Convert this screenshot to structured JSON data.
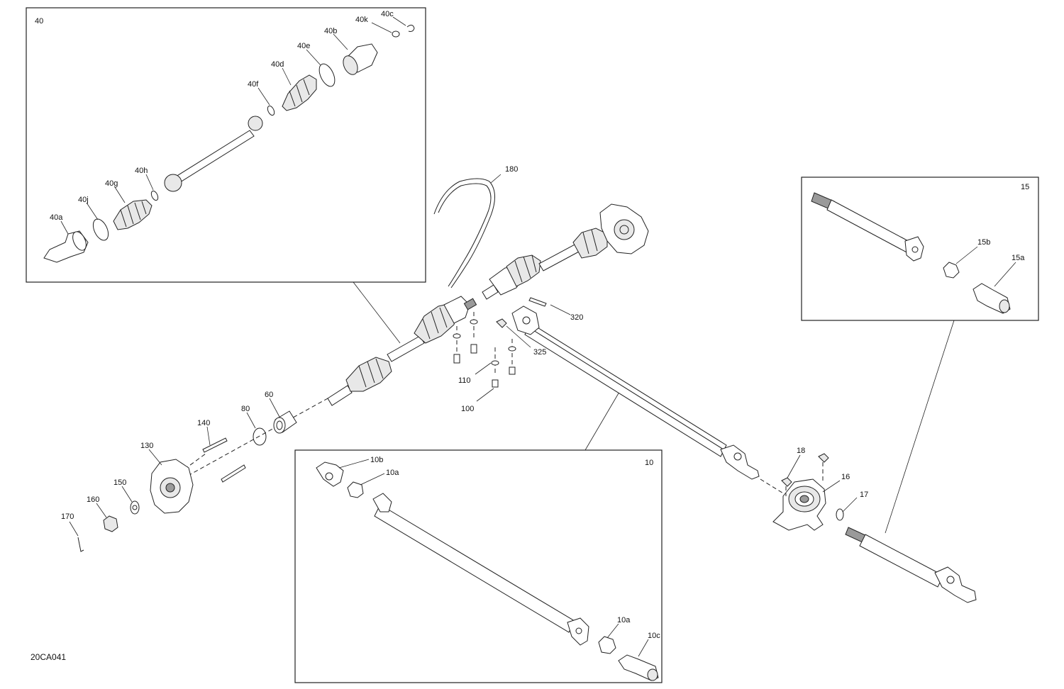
{
  "document_code": "20CA041",
  "insets": {
    "cv_shaft_detail": "40",
    "driveshaft_detail": "10",
    "rear_shaft_detail": "15"
  },
  "callouts": {
    "c40a": "40a",
    "c40b": "40b",
    "c40c": "40c",
    "c40d": "40d",
    "c40e": "40e",
    "c40f": "40f",
    "c40g": "40g",
    "c40h": "40h",
    "c40j": "40j",
    "c40k": "40k",
    "c180": "180",
    "c320": "320",
    "c325": "325",
    "c110": "110",
    "c100": "100",
    "c60": "60",
    "c80": "80",
    "c140": "140",
    "c130": "130",
    "c150": "150",
    "c160": "160",
    "c170": "170",
    "c10b": "10b",
    "c10a_top": "10a",
    "c10a_bottom": "10a",
    "c10c": "10c",
    "c15b": "15b",
    "c15a": "15a",
    "c18": "18",
    "c16": "16",
    "c17": "17"
  }
}
